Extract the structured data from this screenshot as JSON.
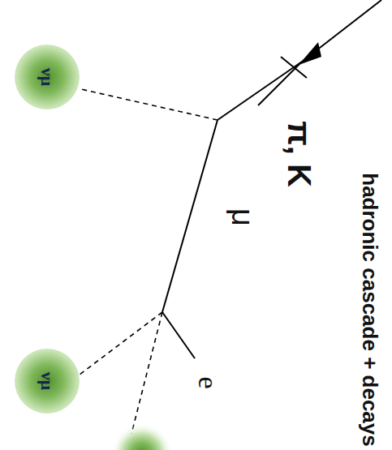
{
  "diagram": {
    "nodes": [
      {
        "text": [
          "νμ"
        ]
      },
      {
        "text": [
          "νμ"
        ]
      }
    ],
    "labels": [
      "hadronic cascade + decays",
      "π, K",
      "μ",
      "e"
    ]
  }
}
